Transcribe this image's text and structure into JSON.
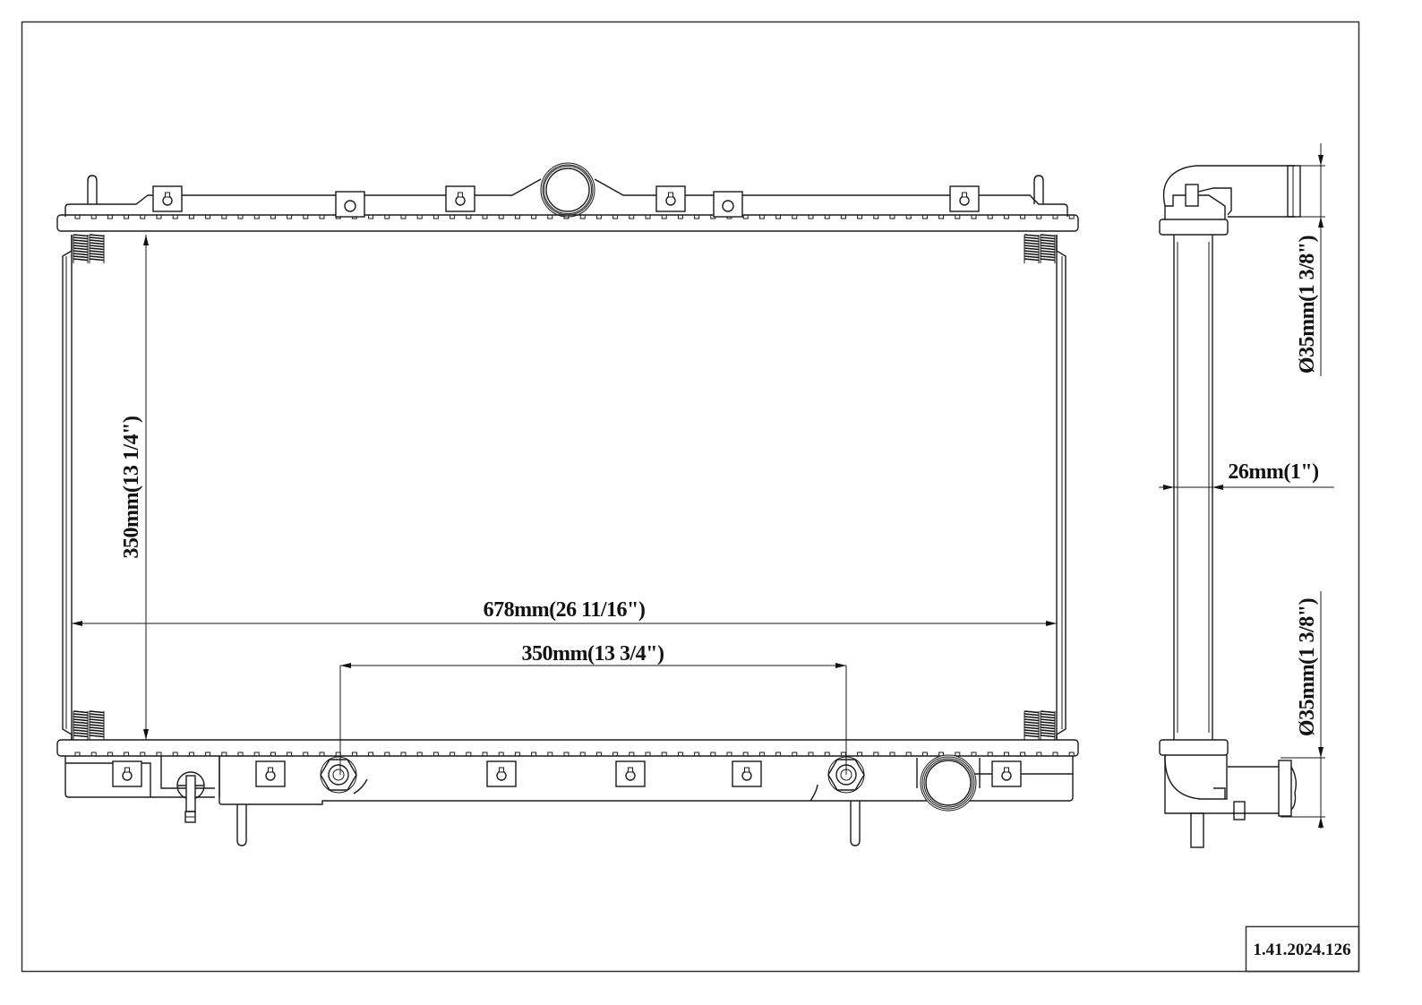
{
  "drawing": {
    "subject": "Radiator technical drawing",
    "part_number": "1.41.2024.126",
    "views": [
      "front-view",
      "side-view"
    ],
    "colors": {
      "line": "#1a1a1a",
      "background": "#ffffff",
      "border": "#333333"
    }
  },
  "dimensions": {
    "core_width": {
      "label": "678mm(26 11/16\")",
      "value_mm": 678,
      "value_in": "26 11/16"
    },
    "core_height": {
      "label": "350mm(13 1/4\")",
      "value_mm": 350,
      "value_in": "13 1/4"
    },
    "mount_spacing": {
      "label": "350mm(13 3/4\")",
      "value_mm": 350,
      "value_in": "13 3/4"
    },
    "core_thickness": {
      "label": "26mm(1\")",
      "value_mm": 26,
      "value_in": "1"
    },
    "inlet_diameter": {
      "label": "Ø35mm(1 3/8\")",
      "value_mm": 35,
      "value_in": "1 3/8"
    },
    "outlet_diameter": {
      "label": "Ø35mm(1 3/8\")",
      "value_mm": 35,
      "value_in": "1 3/8"
    }
  },
  "title_block": {
    "code": "1.41.2024.126"
  }
}
